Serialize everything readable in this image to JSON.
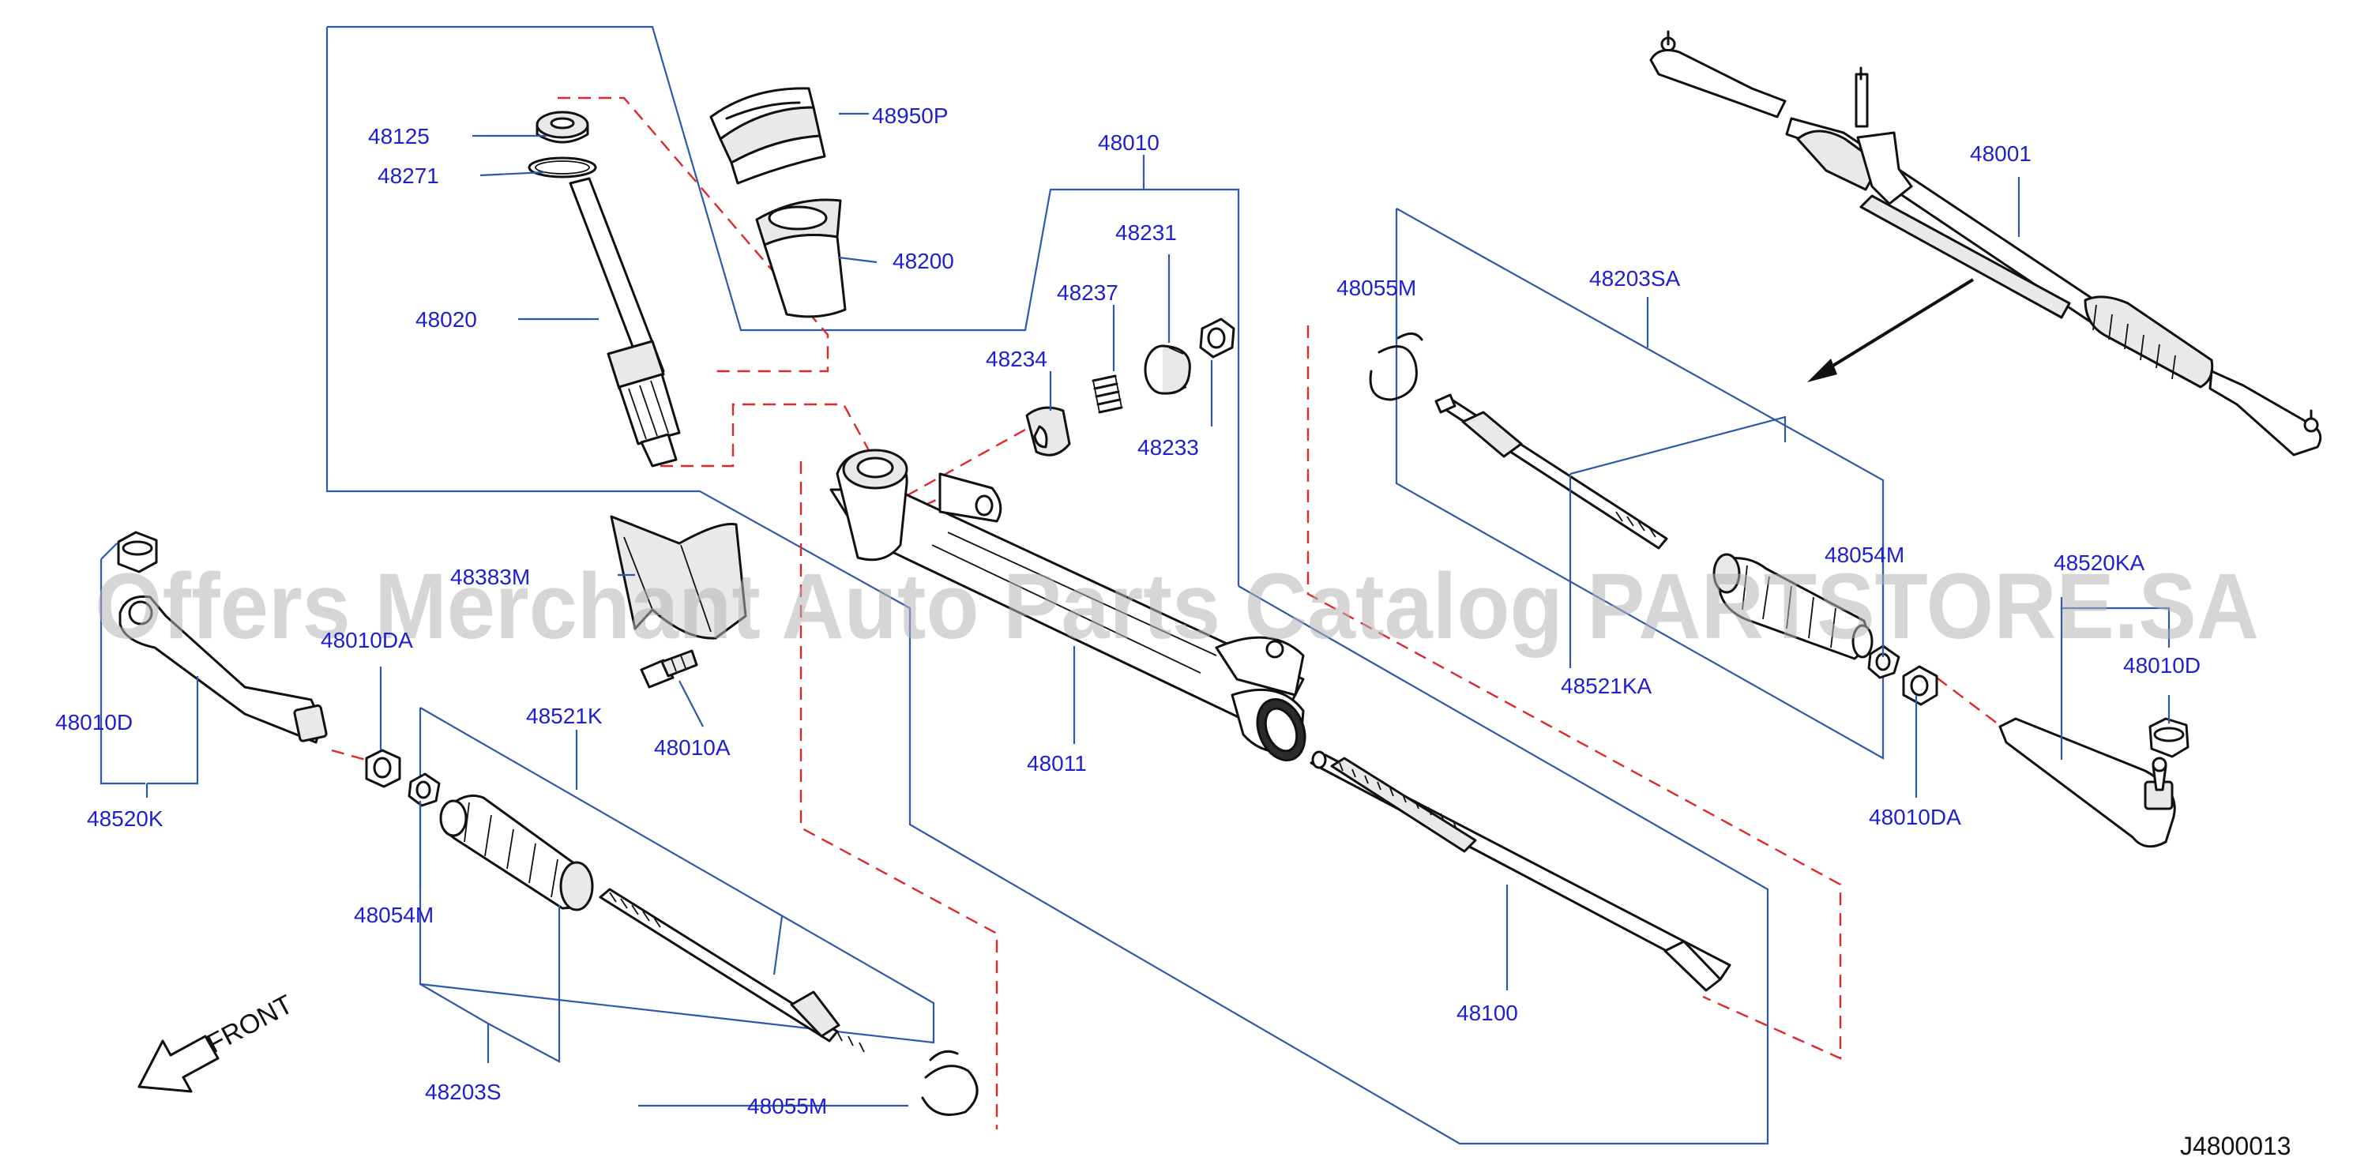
{
  "labels": {
    "p48125": "48125",
    "p48271": "48271",
    "p48020": "48020",
    "p48950P": "48950P",
    "p48200": "48200",
    "p48010": "48010",
    "p48231": "48231",
    "p48237": "48237",
    "p48234": "48234",
    "p48233": "48233",
    "p48055M_upper": "48055M",
    "p48203SA": "48203SA",
    "p48001": "48001",
    "p48383M": "48383M",
    "p48010DA_left": "48010DA",
    "p48010A": "48010A",
    "p48011": "48011",
    "p48054M_right": "48054M",
    "p48520KA": "48520KA",
    "p48010D_right": "48010D",
    "p48521KA": "48521KA",
    "p48010DA_right": "48010DA",
    "p48010D_left": "48010D",
    "p48520K": "48520K",
    "p48521K": "48521K",
    "p48054M_left": "48054M",
    "p48203S": "48203S",
    "p48055M_lower": "48055M",
    "p48100": "48100"
  },
  "front_label": "FRONT",
  "diagram_ref": "J4800013",
  "watermark": "Offers Merchant Auto Parts Catalog PARTSTORE.SA",
  "colors": {
    "label": "#1f1fd0",
    "leader": "#2c5aa8",
    "dashed_guide": "#e0282c",
    "drawing": "#111111",
    "watermark": "#b4b4b4"
  }
}
